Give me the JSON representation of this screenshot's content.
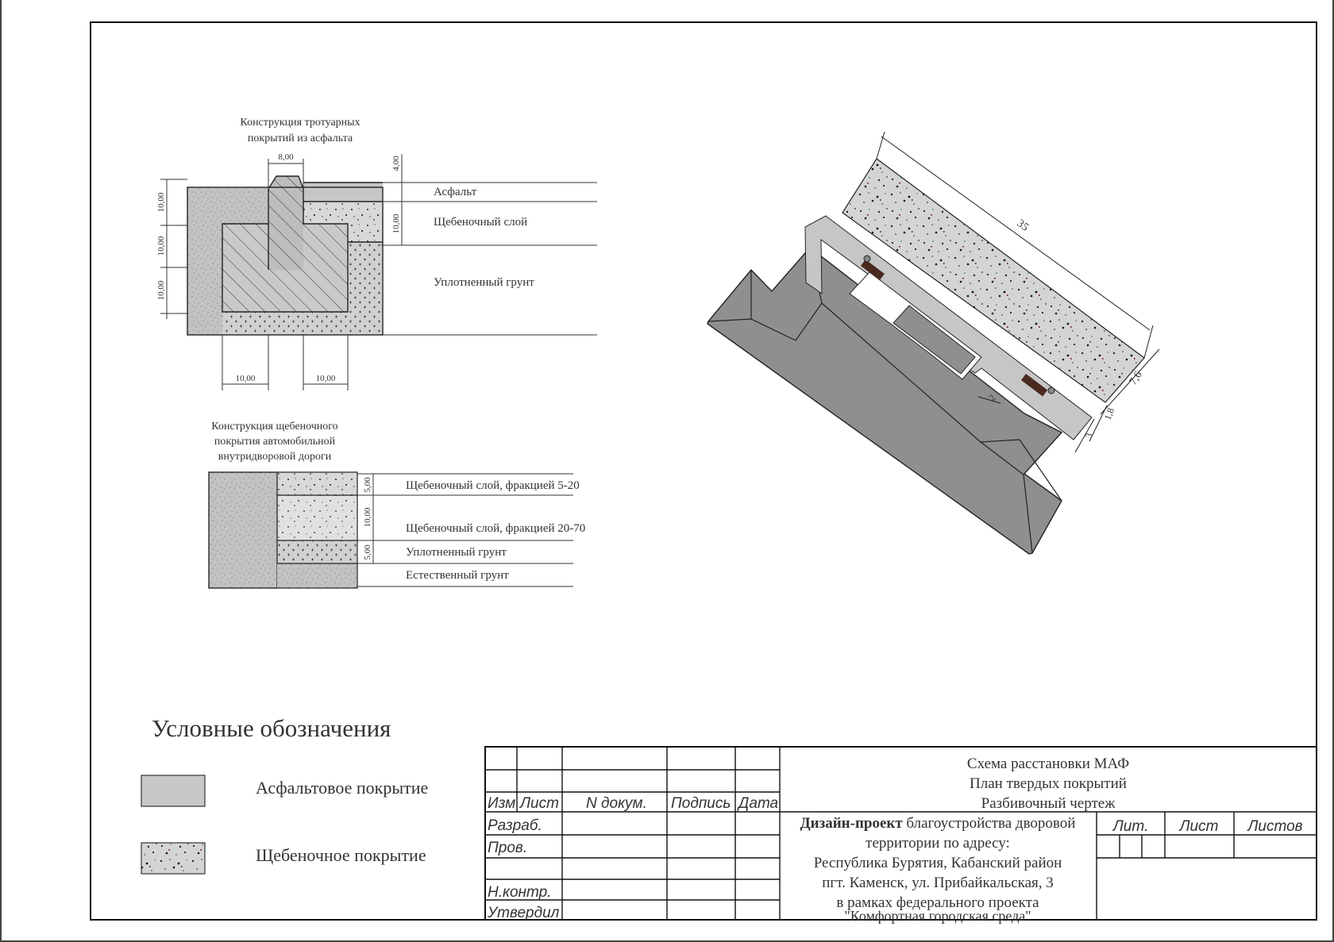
{
  "sidewalk": {
    "title_line1": "Конструкция тротуарных",
    "title_line2": "покрытий из асфальта",
    "dim_top": "8,00",
    "dim_right": "4,00",
    "dim_left_1": "10,00",
    "dim_left_2": "10,00",
    "dim_left_3": "10,00",
    "dim_bottom_1": "10,00",
    "dim_bottom_2": "10,00",
    "dim_mid": "10,00",
    "layer_asphalt": "Асфальт",
    "layer_gravel": "Щебеночный слой",
    "layer_soil": "Уплотненный грунт"
  },
  "road": {
    "title_line1": "Конструкция щебеночного",
    "title_line2": "покрытия автомобильной",
    "title_line3": "внутридворовой дороги",
    "dim_1": "5,00",
    "dim_2": "10,00",
    "dim_3": "5,00",
    "layer_1": "Щебеночный слой, фракцией 5-20",
    "layer_2": "Щебеночный слой, фракцией 20-70",
    "layer_3": "Уплотненный грунт",
    "layer_4": "Естественный грунт"
  },
  "plan": {
    "dim_length": "35",
    "dim_width": "7,6",
    "dim_a": "1,8",
    "dim_b": "3",
    "dim_c": "2"
  },
  "legend": {
    "title": "Условные обозначения",
    "items": [
      {
        "label": "Асфальтовое покрытие",
        "color": "#c8c8c8"
      },
      {
        "label": "Щебеночное покрытие",
        "color": "#d2d2d2"
      }
    ]
  },
  "stamp": {
    "col_izm": "Изм",
    "col_list": "Лист",
    "col_ndoc": "N докум.",
    "col_sign": "Подпись",
    "col_date": "Дата",
    "row_razrab": "Разраб.",
    "row_prov": "Пров.",
    "row_nkontr": "Н.контр.",
    "row_utverdil": "Утвердил",
    "title_1": "Схема расстановки МАФ",
    "title_2": "План твердых покрытий",
    "title_3": "Разбивочный чертеж",
    "proj_bold": "Дизайн-проект",
    "proj_line1_rest": " благоустройства дворовой",
    "proj_line2": "территории по адресу:",
    "proj_line3": "Республика Бурятия, Кабанский район",
    "proj_line4": "пгт. Каменск, ул. Прибайкальская, 3",
    "proj_line5": "в рамках федерального проекта",
    "proj_line6": "\"Комфортная городская среда\"",
    "lit": "Лит.",
    "list": "Лист",
    "listov": "Листов"
  }
}
